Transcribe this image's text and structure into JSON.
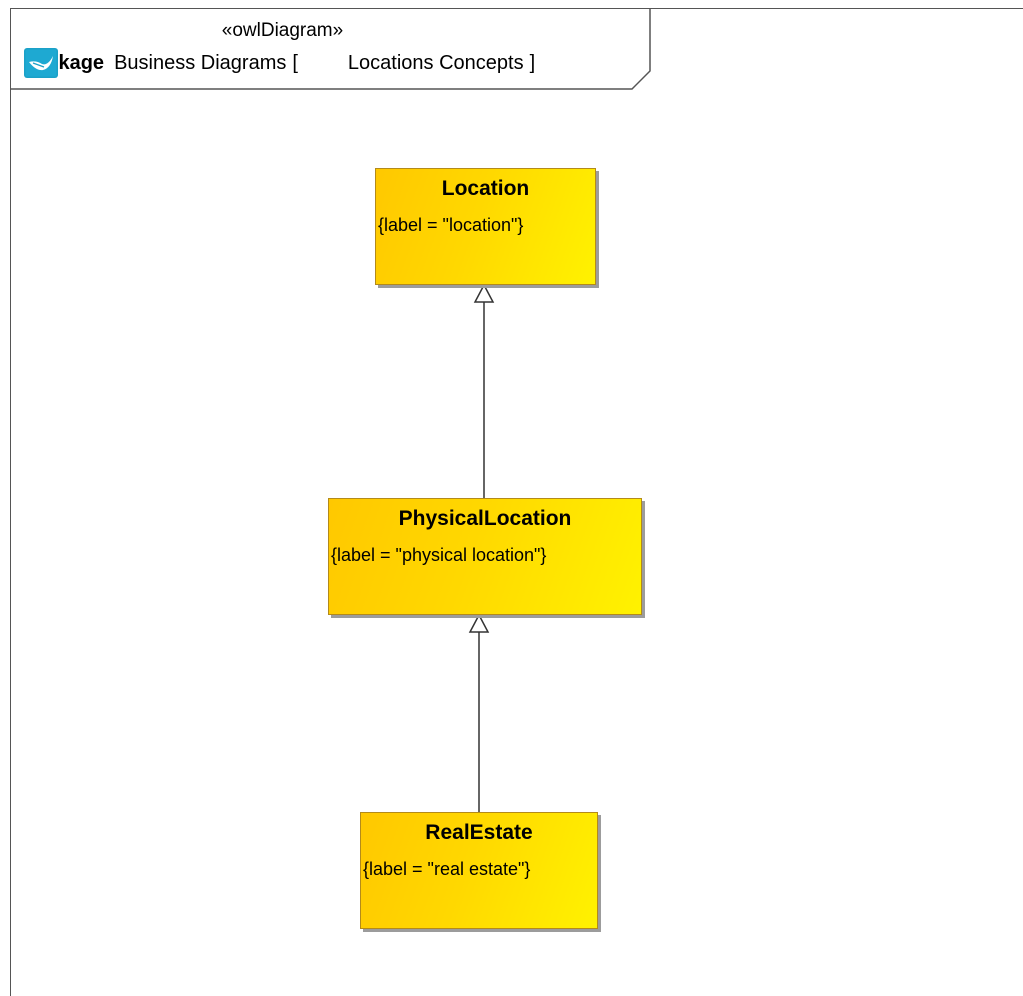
{
  "frame": {
    "stereotype": "«owlDiagram»",
    "keyword": "package",
    "owner": "Business Diagrams",
    "bracket_open": "[",
    "bracket_close": "]",
    "diagram_name": "Locations Concepts",
    "icon": "owl-diagram-icon"
  },
  "classes": [
    {
      "name": "Location",
      "tagged_value": "{label = \"location\"}"
    },
    {
      "name": "PhysicalLocation",
      "tagged_value": "{label = \"physical location\"}"
    },
    {
      "name": "RealEstate",
      "tagged_value": "{label = \"real estate\"}"
    }
  ],
  "generalizations": [
    {
      "from": "PhysicalLocation",
      "to": "Location"
    },
    {
      "from": "RealEstate",
      "to": "PhysicalLocation"
    }
  ],
  "colors": {
    "frame_border": "#555555",
    "class_fill_start": "#ffc800",
    "class_fill_end": "#fff200",
    "class_border": "#b38a1a",
    "shadow": "#9c9c9c",
    "icon_bg": "#1ba1c8"
  }
}
